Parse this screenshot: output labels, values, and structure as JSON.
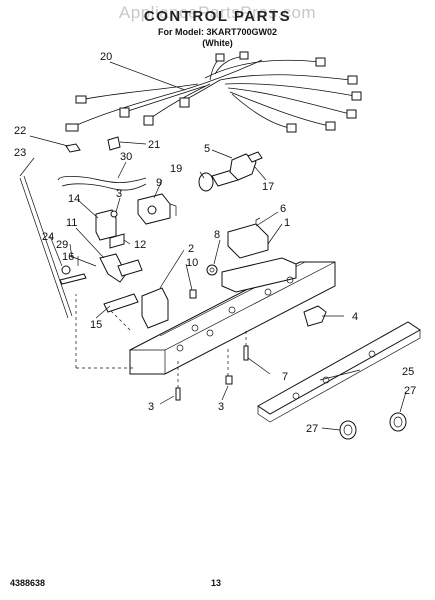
{
  "header": {
    "watermark": "AppliancePartsPros.com",
    "title": "CONTROL PARTS",
    "model": "For Model: 3KART700GW02",
    "variant": "(White)"
  },
  "callouts": {
    "c20": "20",
    "c22": "22",
    "c21": "21",
    "c23": "23",
    "c30": "30",
    "c19": "19",
    "c5": "5",
    "c17": "17",
    "c9": "9",
    "c3a": "3",
    "c14": "14",
    "c6": "6",
    "c1": "1",
    "c11": "11",
    "c8": "8",
    "c12": "12",
    "c24": "24",
    "c29": "29",
    "c16": "16",
    "c2": "2",
    "c10": "10",
    "c15": "15",
    "c4": "4",
    "c25": "25",
    "c7": "7",
    "c27a": "27",
    "c3b": "3",
    "c3c": "3",
    "c27b": "27"
  },
  "footer": {
    "doc_number": "4388638",
    "page": "13"
  }
}
